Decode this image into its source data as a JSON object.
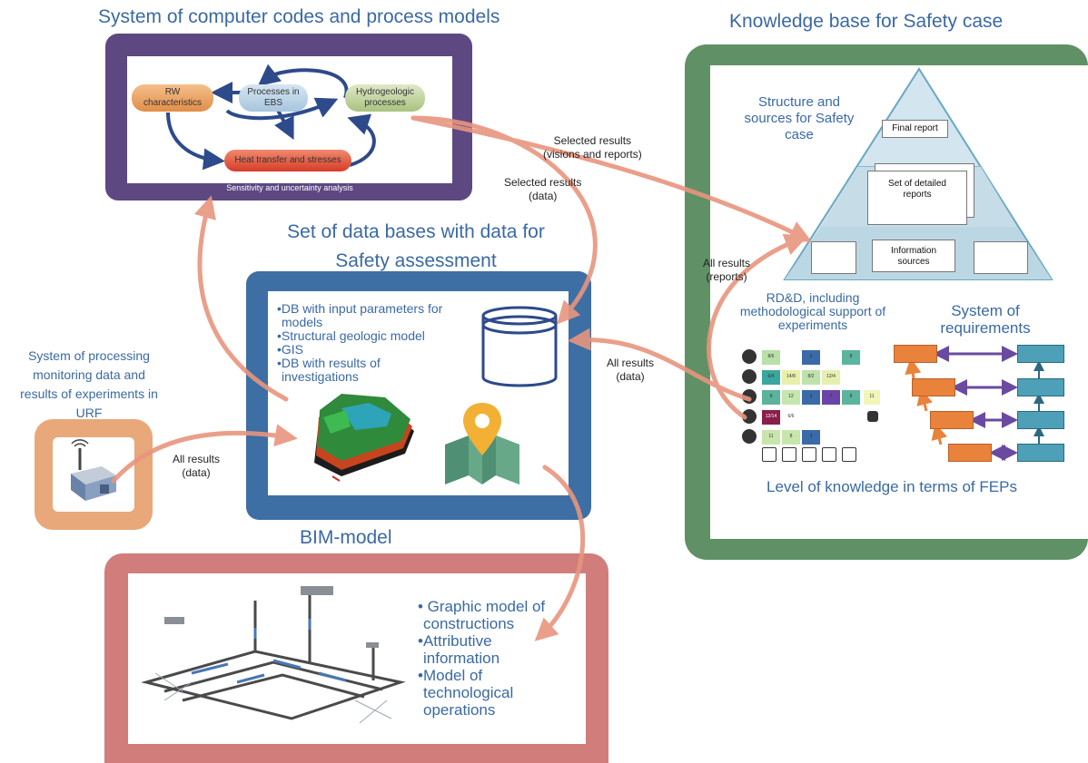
{
  "titles": {
    "codes": "System of computer codes and process models",
    "knowledge": "Knowledge base for Safety case",
    "databases_line1": "Set of data bases with data for",
    "databases_line2": "Safety assessment",
    "monitoring_lines": [
      "System of processing",
      "monitoring data and",
      "results of experiments in",
      "URF"
    ],
    "bim": "BIM-model"
  },
  "codes_box": {
    "rw": [
      "RW",
      "characteristics"
    ],
    "ebs": [
      "Processes in",
      "EBS"
    ],
    "hydro": [
      "Hydrogeologic",
      "processes"
    ],
    "heat": "Heat transfer and stresses",
    "sensitivity": "Sensitivity and uncertainty analysis"
  },
  "db_box": {
    "bullets": [
      "•DB with input parameters for",
      "models",
      "•Structural geologic model",
      "•GIS",
      "•DB with results of",
      "investigations"
    ]
  },
  "bim_box": {
    "bullets": [
      "• Graphic model of",
      "constructions",
      "•Attributive",
      "information",
      "•Model of",
      "technological",
      "operations"
    ]
  },
  "knowledge_box": {
    "structure_lines": [
      "Structure and",
      "sources for Safety",
      "case"
    ],
    "final_report": "Final report",
    "detailed_reports": [
      "Set of detailed",
      "reports"
    ],
    "information_sources": [
      "Information",
      "sources"
    ],
    "rdd_lines": [
      "RD&D, including",
      "methodological support of",
      "experiments"
    ],
    "requirements_lines": [
      "System of",
      "requirements"
    ],
    "fep_level": "Level of knowledge in terms of FEPs",
    "matrix_values": [
      "8/6",
      "3",
      "8",
      "6/4",
      "14/8",
      "8/2",
      "12/4",
      "8",
      "12",
      "3",
      "7",
      "8",
      "12/14",
      "6/6",
      "11",
      "8",
      "3",
      "11"
    ]
  },
  "arrow_labels": {
    "selected_visions": [
      "Selected results",
      "(visions and reports)"
    ],
    "selected_data": [
      "Selected results",
      "(data)"
    ],
    "all_reports": [
      "All results",
      "(reports)"
    ],
    "all_data_right": [
      "All results",
      "(data)"
    ],
    "all_data_left": [
      "All results",
      "(data)"
    ]
  },
  "colors": {
    "codes_frame": "#5e4882",
    "db_frame": "#3d6ea4",
    "knowledge_frame": "#609065",
    "monitoring_frame": "#e8a87a",
    "bim_frame": "#d17d7b",
    "arrow": "#e8957e",
    "title": "#3a69a4"
  }
}
